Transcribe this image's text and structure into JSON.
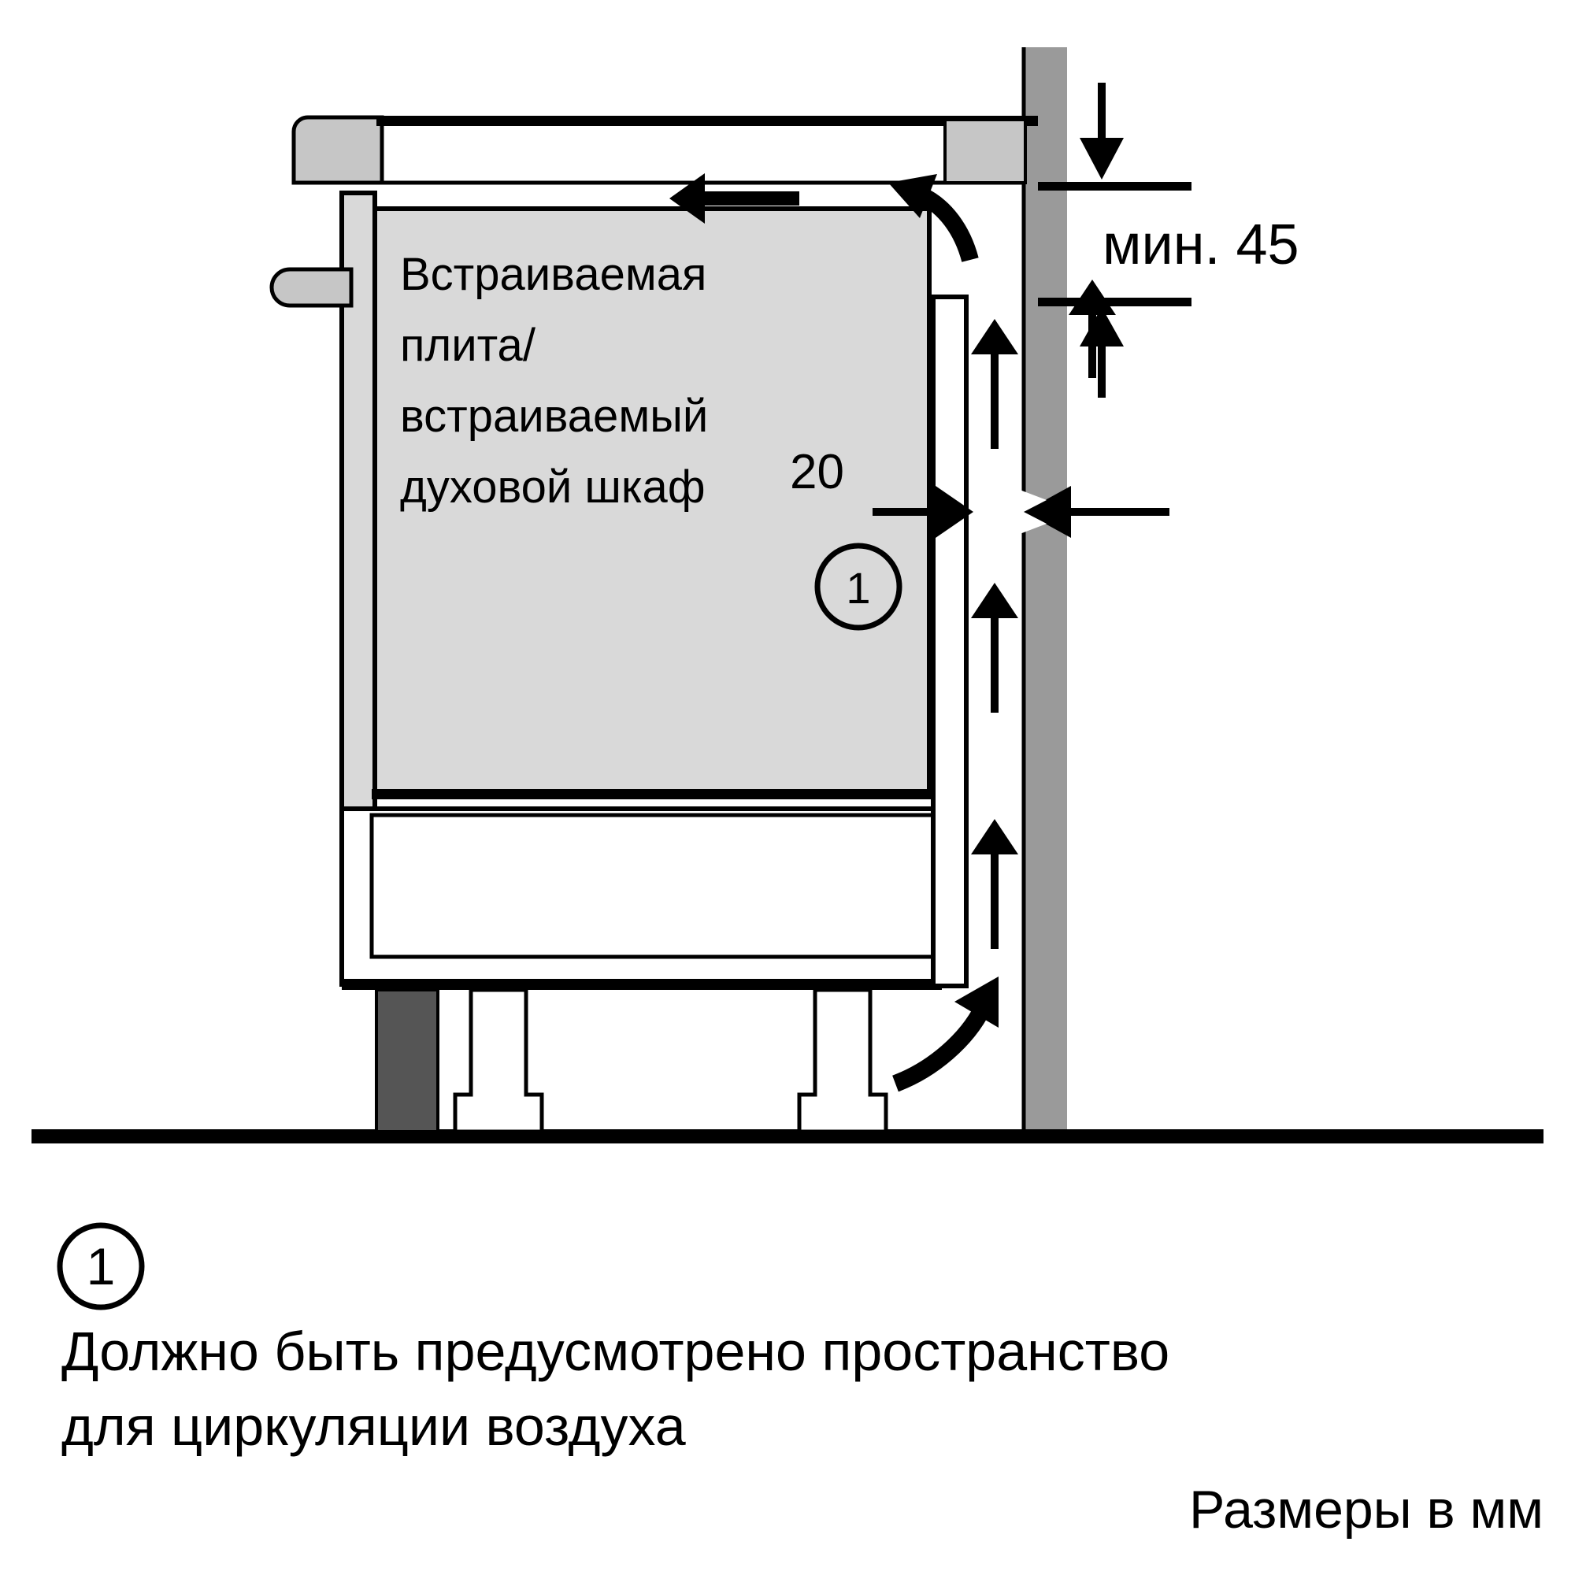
{
  "diagram": {
    "title_labels": {
      "appliance_line1": "Встраиваемая",
      "appliance_line2": "плита/",
      "appliance_line3": "встраиваемый",
      "appliance_line4": "духовой шкаф"
    },
    "dimensions": {
      "gap_depth": "20",
      "min_height": "мин. 45"
    },
    "markers": {
      "callout_in_drawing": "1",
      "callout_in_footnote": "1"
    },
    "footnote": {
      "line1": "Должно быть предусмотрено пространство",
      "line2": "для циркуляции воздуха"
    },
    "units_note": "Размеры в мм",
    "colors": {
      "outline": "#000000",
      "appliance_fill": "#d9d9d9",
      "worktop_edge_fill": "#c6c6c6",
      "wall_fill": "#9a9a9a",
      "plinth_fill": "#555555",
      "white": "#ffffff"
    },
    "icons": {
      "airflow_up": "arrow-up-icon",
      "airflow_left": "arrow-left-icon",
      "airflow_curve_top": "curved-arrow-icon",
      "airflow_curve_bottom": "curved-arrow-icon",
      "dimension_arrow": "dimension-arrow-icon"
    }
  }
}
